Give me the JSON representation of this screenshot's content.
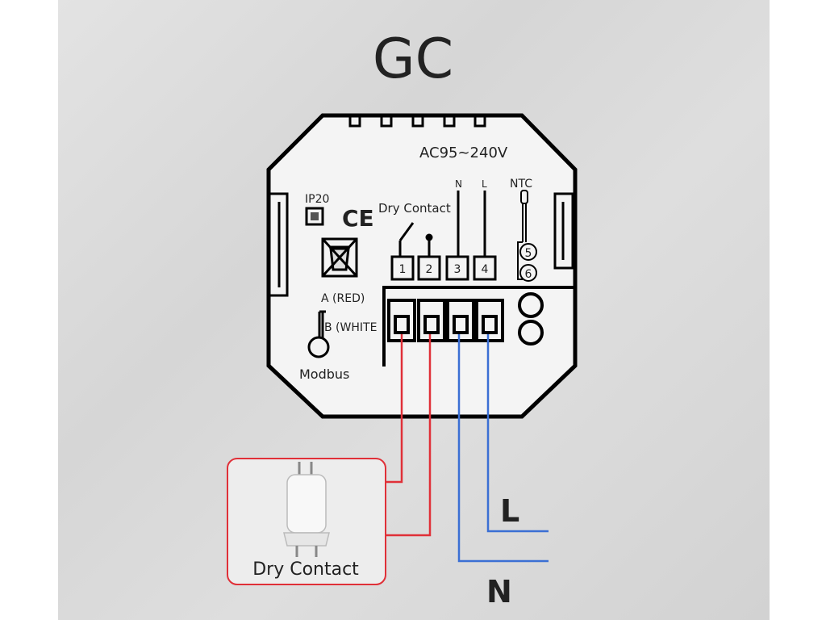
{
  "title": "GC",
  "voltage": "AC95~240V",
  "ip_rating": "IP20",
  "ce_mark": "CE",
  "dry_contact_label": "Dry Contact",
  "terminals_top": [
    "1",
    "2",
    "3",
    "4"
  ],
  "wire_labels": {
    "n": "N",
    "l": "L",
    "ntc": "NTC"
  },
  "ntc_terminals": [
    "5",
    "6"
  ],
  "modbus": {
    "a": "A (RED)",
    "b": "B (WHITE",
    "label": "Modbus"
  },
  "external": {
    "device_label": "Dry Contact",
    "live_label": "L",
    "neutral_label": "N"
  },
  "colors": {
    "live": "#e8212b",
    "neutral": "#1a4fa0",
    "wire_red": "#e03038",
    "wire_blue": "#3b6fd4"
  }
}
